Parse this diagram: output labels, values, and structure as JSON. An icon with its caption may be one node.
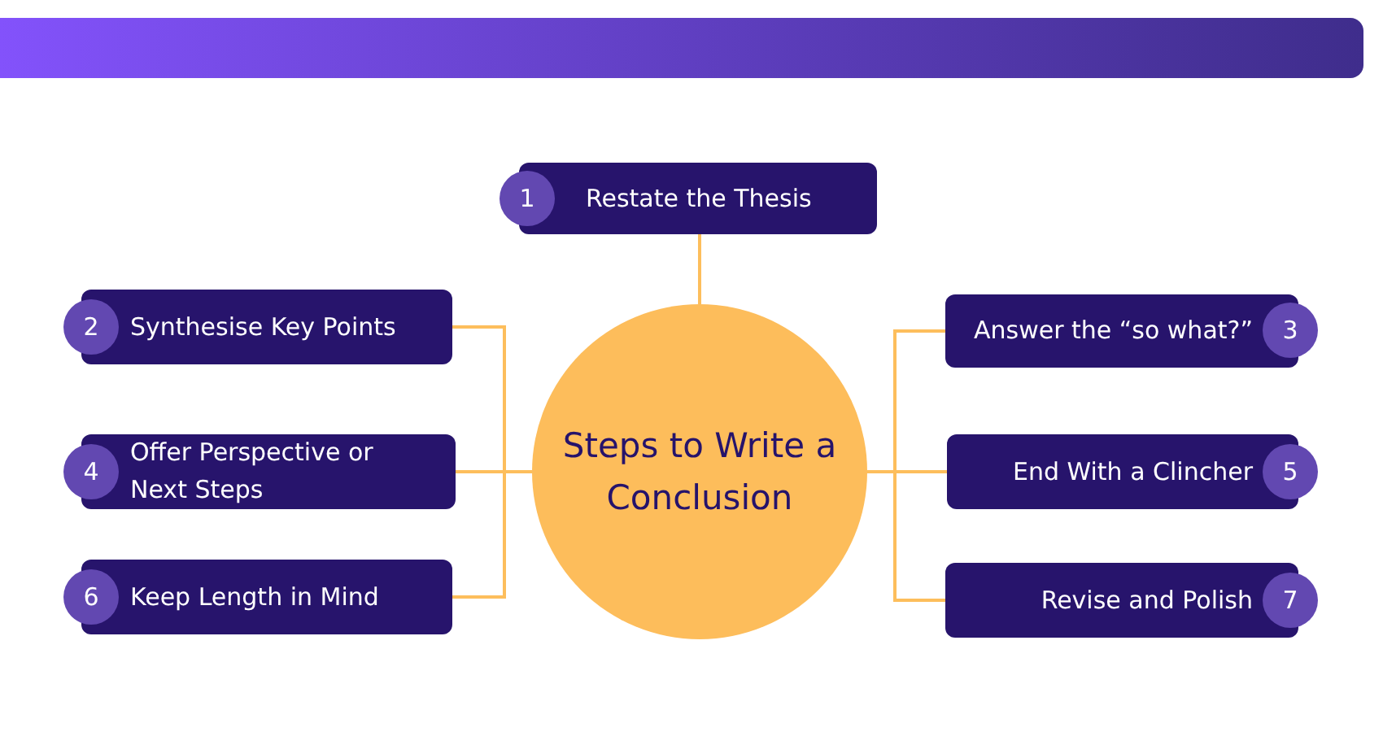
{
  "diagram": {
    "nodes": [
      {
        "text": [
          "Steps to Write a Conclusion"
        ]
      },
      {
        "text": [
          "1"
        ]
      },
      {
        "text": [
          "Restate the Thesis"
        ]
      },
      {
        "text": [
          "2"
        ]
      },
      {
        "text": [
          "Synthesise Key Points"
        ]
      },
      {
        "text": [
          "Answer the “so what?”"
        ]
      },
      {
        "text": [
          "3"
        ]
      },
      {
        "text": [
          "4"
        ]
      },
      {
        "text": [
          "Offer Perspective or Next Steps"
        ]
      },
      {
        "text": [
          "End With a Clincher"
        ]
      },
      {
        "text": [
          "5"
        ]
      },
      {
        "text": [
          "6"
        ]
      },
      {
        "text": [
          "Keep Length in Mind"
        ]
      },
      {
        "text": [
          "Revise and Polish"
        ]
      },
      {
        "text": [
          "7"
        ]
      }
    ],
    "edges": [
      {
        "from": 0,
        "to": 2,
        "arrow": "none"
      },
      {
        "from": 0,
        "to": 4,
        "arrow": "none"
      },
      {
        "from": 0,
        "to": 5,
        "arrow": "none"
      },
      {
        "from": 0,
        "to": 8,
        "arrow": "none"
      },
      {
        "from": 0,
        "to": 9,
        "arrow": "none"
      },
      {
        "from": 0,
        "to": 12,
        "arrow": "none"
      },
      {
        "from": 0,
        "to": 13,
        "arrow": "none"
      }
    ]
  }
}
